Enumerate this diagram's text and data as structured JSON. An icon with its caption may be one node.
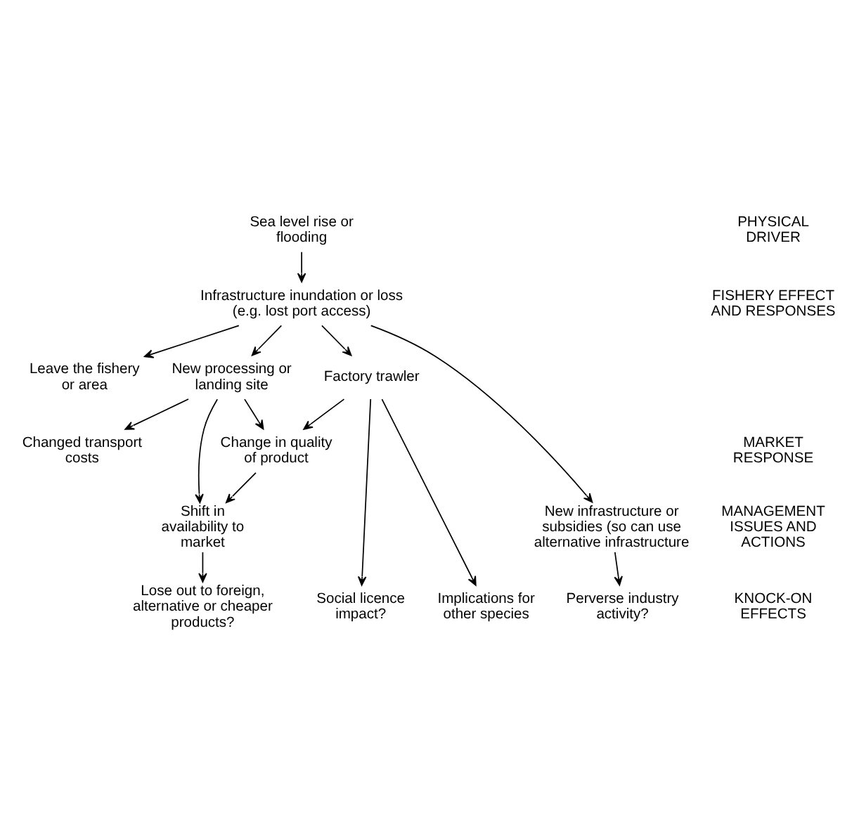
{
  "diagram": {
    "nodes": [
      {
        "text": [
          "Sea level rise or flooding"
        ]
      },
      {
        "text": [
          "Infrastructure inundation or loss (e.g. lost port access)"
        ]
      },
      {
        "text": [
          "Leave the fishery or area"
        ]
      },
      {
        "text": [
          "New processing or landing site"
        ]
      },
      {
        "text": [
          "Factory trawler"
        ]
      },
      {
        "text": [
          "Change in quality of product"
        ]
      },
      {
        "text": [
          "Changed transport costs"
        ]
      },
      {
        "text": [
          "Shift in availability to market"
        ]
      },
      {
        "text": [
          "New infrastructure or subsidies (so can use alternative infrastructure"
        ]
      },
      {
        "text": [
          "Social licence impact?"
        ]
      },
      {
        "text": [
          "Implications for other species"
        ]
      },
      {
        "text": [
          "Perverse industry activity?"
        ]
      },
      {
        "text": [
          "Lose out to foreign, alternative or cheaper products?"
        ]
      }
    ],
    "edges": [
      {
        "from": 0,
        "to": 1,
        "arrow": "to"
      },
      {
        "from": 1,
        "to": 2,
        "arrow": "to"
      },
      {
        "from": 1,
        "to": 4,
        "arrow": "to"
      },
      {
        "from": 1,
        "to": 3,
        "arrow": "to"
      },
      {
        "from": 1,
        "to": 8,
        "arrow": "to"
      },
      {
        "from": 3,
        "to": 5,
        "arrow": "to"
      },
      {
        "from": 3,
        "to": 7,
        "arrow": "to"
      },
      {
        "from": 3,
        "to": 6,
        "arrow": "to"
      },
      {
        "from": 4,
        "to": 5,
        "arrow": "to"
      },
      {
        "from": 4,
        "to": 9,
        "arrow": "to"
      },
      {
        "from": 4,
        "to": 10,
        "arrow": "to"
      },
      {
        "from": 5,
        "to": 7,
        "arrow": "to"
      },
      {
        "from": 7,
        "to": 12,
        "arrow": "to"
      },
      {
        "from": 8,
        "to": 11,
        "arrow": "to"
      }
    ],
    "labels": [
      "PHYSICAL DRIVER",
      "FISHERY EFFECT AND RESPONSES",
      "MARKET RESPONSE",
      "MANAGEMENT ISSUES AND ACTIONS",
      "KNOCK-ON EFFECTS"
    ]
  }
}
